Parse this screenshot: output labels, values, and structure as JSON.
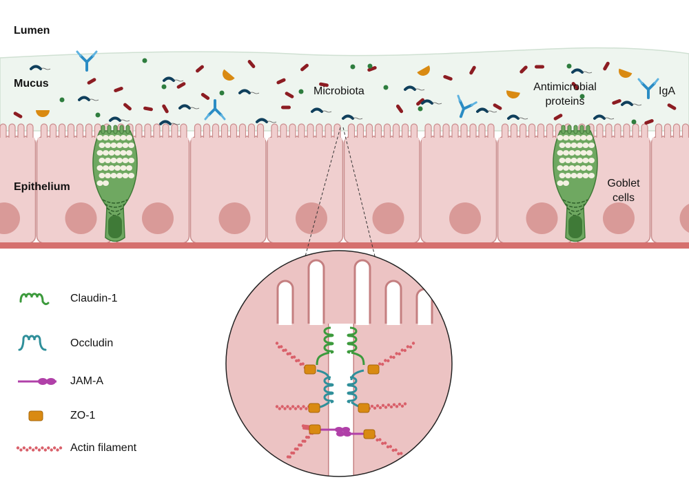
{
  "labels": {
    "lumen": "Lumen",
    "mucus": "Mucus",
    "epithelium": "Epithelium",
    "microbiota": "Microbiota",
    "antimicrobial_line1": "Antimicrobial",
    "antimicrobial_line2": "proteins",
    "iga": "IgA",
    "goblet_line1": "Goblet",
    "goblet_line2": "cells"
  },
  "legend": [
    {
      "icon": "claudin-1-icon",
      "label": "Claudin-1",
      "color": "#3c9a3c"
    },
    {
      "icon": "occludin-icon",
      "label": "Occludin",
      "color": "#2f8f9a"
    },
    {
      "icon": "jam-a-icon",
      "label": "JAM-A",
      "color": "#b040a8"
    },
    {
      "icon": "zo-1-icon",
      "label": "ZO-1",
      "color": "#d98a12"
    },
    {
      "icon": "actin-filament-icon",
      "label": "Actin filament",
      "color": "#d9606a"
    }
  ],
  "colors": {
    "mucus": "#eef5ef",
    "cell_fill": "#f0cfcf",
    "cell_border": "#c98c8c",
    "nucleus": "#d99a98",
    "goblet": "#6fa861",
    "basement": "#d5706e",
    "bacteria_rod": "#8c1c22",
    "bacteria_curved": "#0f3f5c",
    "cocci": "#2e7d3e",
    "antimicrobial": "#d98a12",
    "iga": "#2b8cc4"
  }
}
